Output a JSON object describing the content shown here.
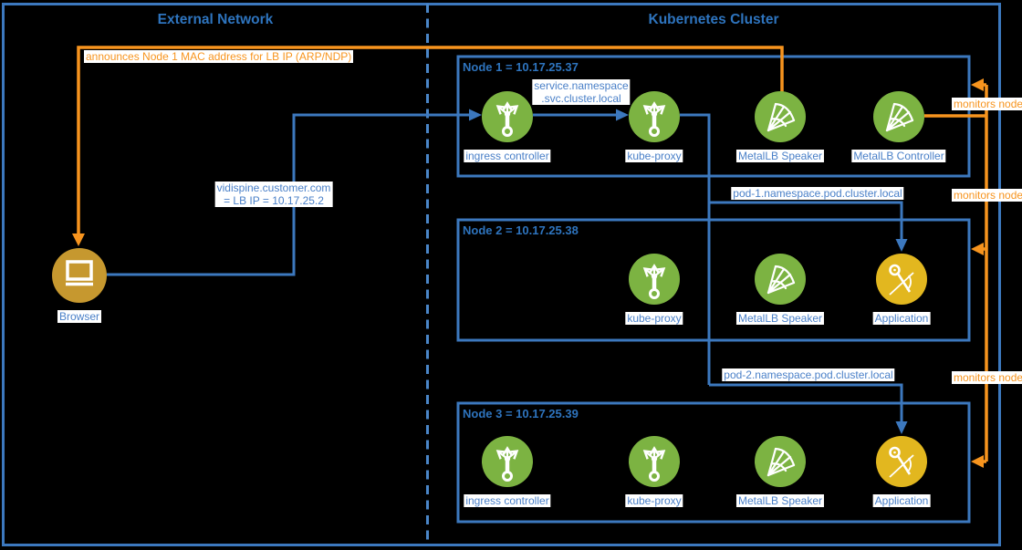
{
  "external": {
    "title": "External Network",
    "announce_label": "announces Node 1 MAC address for LB IP (ARP/NDP)",
    "dns_line1": "vidispine.customer.com",
    "dns_line2": "= LB IP = 10.17.25.2",
    "browser_label": "Browser"
  },
  "cluster": {
    "title": "Kubernetes Cluster",
    "service_line1": "service.namespace",
    "service_line2": ".svc.cluster.local",
    "pod1_label": "pod-1.namespace.pod.cluster.local",
    "pod2_label": "pod-2.namespace.pod.cluster.local",
    "monitors_label": "monitors node",
    "nodes": [
      {
        "title": "Node 1 = 10.17.25.37",
        "components": [
          "ingress controller",
          "kube-proxy",
          "MetalLB Speaker",
          "MetalLB Controller"
        ]
      },
      {
        "title": "Node 2 = 10.17.25.38",
        "components": [
          "kube-proxy",
          "MetalLB Speaker",
          "Application"
        ]
      },
      {
        "title": "Node 3 = 10.17.25.39",
        "components": [
          "ingress controller",
          "kube-proxy",
          "MetalLB Speaker",
          "Application"
        ]
      }
    ]
  },
  "icons": {
    "browser": "monitor-icon",
    "ingress_controller": "fork-arrows-icon",
    "kube_proxy": "fork-arrows-icon",
    "metallb": "fan-net-icon",
    "application": "drafting-compass-icon"
  },
  "colors": {
    "background": "#000000",
    "line_blue": "#3c78be",
    "label_text_blue": "#4a80c8",
    "title_blue": "#2e74be",
    "orange": "#f7941e",
    "icon_green": "#7cb342",
    "browser_gold": "#c6982f",
    "application_gold": "#e2b71f",
    "label_bg": "#ffffff"
  }
}
